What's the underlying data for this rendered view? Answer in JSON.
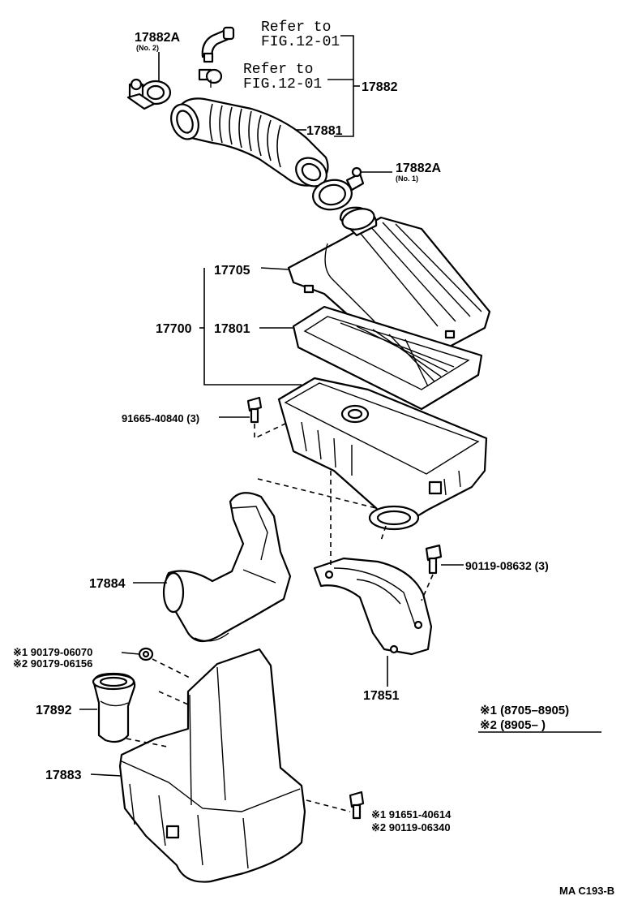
{
  "labels": {
    "p17882A_no2": "17882A",
    "p17882A_no2_sub": "(No. 2)",
    "refer1_line1": "Refer to",
    "refer1_line2": "FIG.12-01",
    "refer2_line1": "Refer to",
    "refer2_line2": "FIG.12-01",
    "p17882": "17882",
    "p17881": "17881",
    "p17882A_no1": "17882A",
    "p17882A_no1_sub": "(No. 1)",
    "p17705": "17705",
    "p17700": "17700",
    "p17801": "17801",
    "bolt_91665": "91665-40840 (3)",
    "p17884": "17884",
    "bolt_90119": "90119-08632 (3)",
    "note1_90179": "※1 90179-06070",
    "note2_90179": "※2 90179-06156",
    "p17892": "17892",
    "p17851": "17851",
    "legend1": "※1 (8705–8905)",
    "legend2": "※2 (8905–        )",
    "p17883": "17883",
    "note1_91651": "※1 91651-40614",
    "note2_90119": "※2 90119-06340",
    "footer_code": "MA C193-B"
  }
}
